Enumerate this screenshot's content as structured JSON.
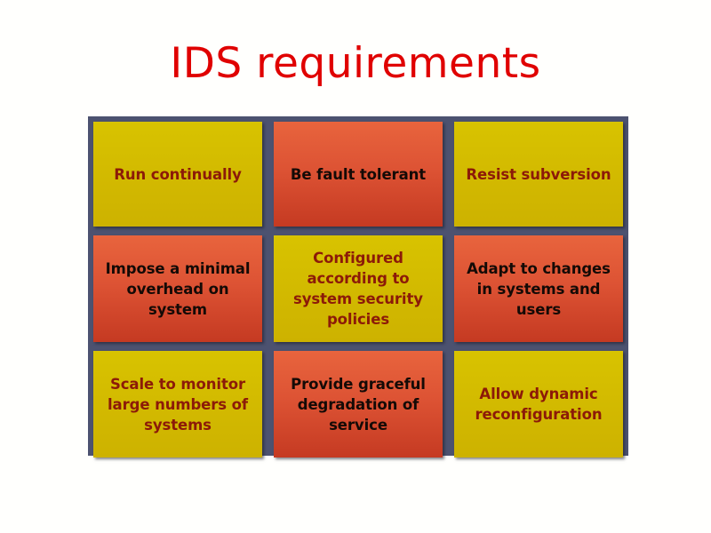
{
  "slide": {
    "title": "IDS requirements",
    "title_color": "#e00000",
    "background_color": "#fffffd",
    "frame_color": "#4c5270",
    "palette": {
      "yellow_cell_bg": "#d4bc00",
      "yellow_cell_text": "#8c1a08",
      "red_cell_bg": "#dd5334",
      "red_cell_text": "#140a06"
    }
  },
  "matrix": {
    "rows": 3,
    "columns": 3,
    "cells": [
      {
        "label": "Run continually",
        "style": "yellow"
      },
      {
        "label": "Be fault tolerant",
        "style": "red"
      },
      {
        "label": "Resist subversion",
        "style": "yellow"
      },
      {
        "label": "Impose a minimal overhead on system",
        "style": "red"
      },
      {
        "label": "Configured according to system security policies",
        "style": "yellow"
      },
      {
        "label": "Adapt to changes in systems and users",
        "style": "red"
      },
      {
        "label": "Scale to monitor large numbers of systems",
        "style": "yellow"
      },
      {
        "label": "Provide graceful degradation of service",
        "style": "red"
      },
      {
        "label": "Allow dynamic reconfiguration",
        "style": "yellow"
      }
    ]
  }
}
